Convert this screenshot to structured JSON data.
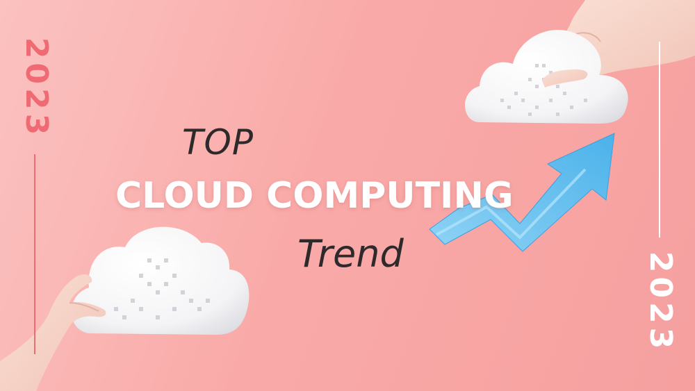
{
  "headline": {
    "top": "TOP",
    "main": "CLOUD COMPUTING",
    "bottom": "Trend"
  },
  "year_left": "2023",
  "year_right": "2023",
  "colors": {
    "background_start": "#fbc2c0",
    "background_end": "#f6a0a0",
    "accent_coral": "#f06a74",
    "text_dark": "#2e2a2b",
    "text_light": "#ffffff",
    "arrow_blue": "#6cc4ef"
  },
  "icons": [
    "cloud-icon",
    "cloud-icon",
    "trend-arrow-icon",
    "hand"
  ]
}
